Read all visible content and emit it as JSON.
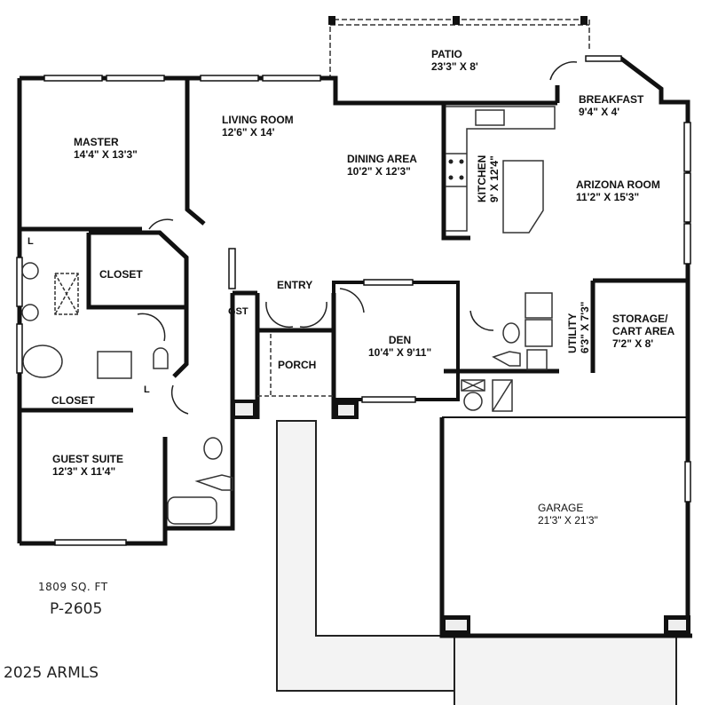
{
  "plan": {
    "sqft": "1809 SQ. FT",
    "plan_id": "P-2605",
    "copyright": "2025 ARMLS"
  },
  "rooms": {
    "patio": {
      "name": "PATIO",
      "dim": "23'3\" X 8'"
    },
    "master": {
      "name": "MASTER",
      "dim": "14'4\" X 13'3\""
    },
    "living_room": {
      "name": "LIVING ROOM",
      "dim": "12'6\" X 14'"
    },
    "dining_area": {
      "name": "DINING AREA",
      "dim": "10'2\" X 12'3\""
    },
    "kitchen": {
      "name": "KITCHEN",
      "dim": "9' X 12'4\""
    },
    "breakfast": {
      "name": "BREAKFAST",
      "dim": "9'4\" X 4'"
    },
    "arizona_room": {
      "name": "ARIZONA ROOM",
      "dim": "11'2\" X 15'3\""
    },
    "closet_master": {
      "name": "CLOSET"
    },
    "closet_hall": {
      "name": "CLOSET"
    },
    "linen_1": {
      "name": "L"
    },
    "linen_2": {
      "name": "L"
    },
    "gst": {
      "name": "GST"
    },
    "entry": {
      "name": "ENTRY"
    },
    "porch": {
      "name": "PORCH"
    },
    "den": {
      "name": "DEN",
      "dim": "10'4\" X 9'11\""
    },
    "utility": {
      "name": "UTILITY",
      "dim": "6'3\" X 7'3\""
    },
    "storage": {
      "name": "STORAGE/",
      "name2": "CART AREA",
      "dim": "7'2\" X 8'"
    },
    "guest_suite": {
      "name": "GUEST SUITE",
      "dim": "12'3\" X 11'4\""
    },
    "garage": {
      "name": "GARAGE",
      "dim": "21'3\" X 21'3\""
    }
  },
  "colors": {
    "wall": "#111111",
    "paving": "#f4f4f4",
    "background": "#ffffff"
  }
}
